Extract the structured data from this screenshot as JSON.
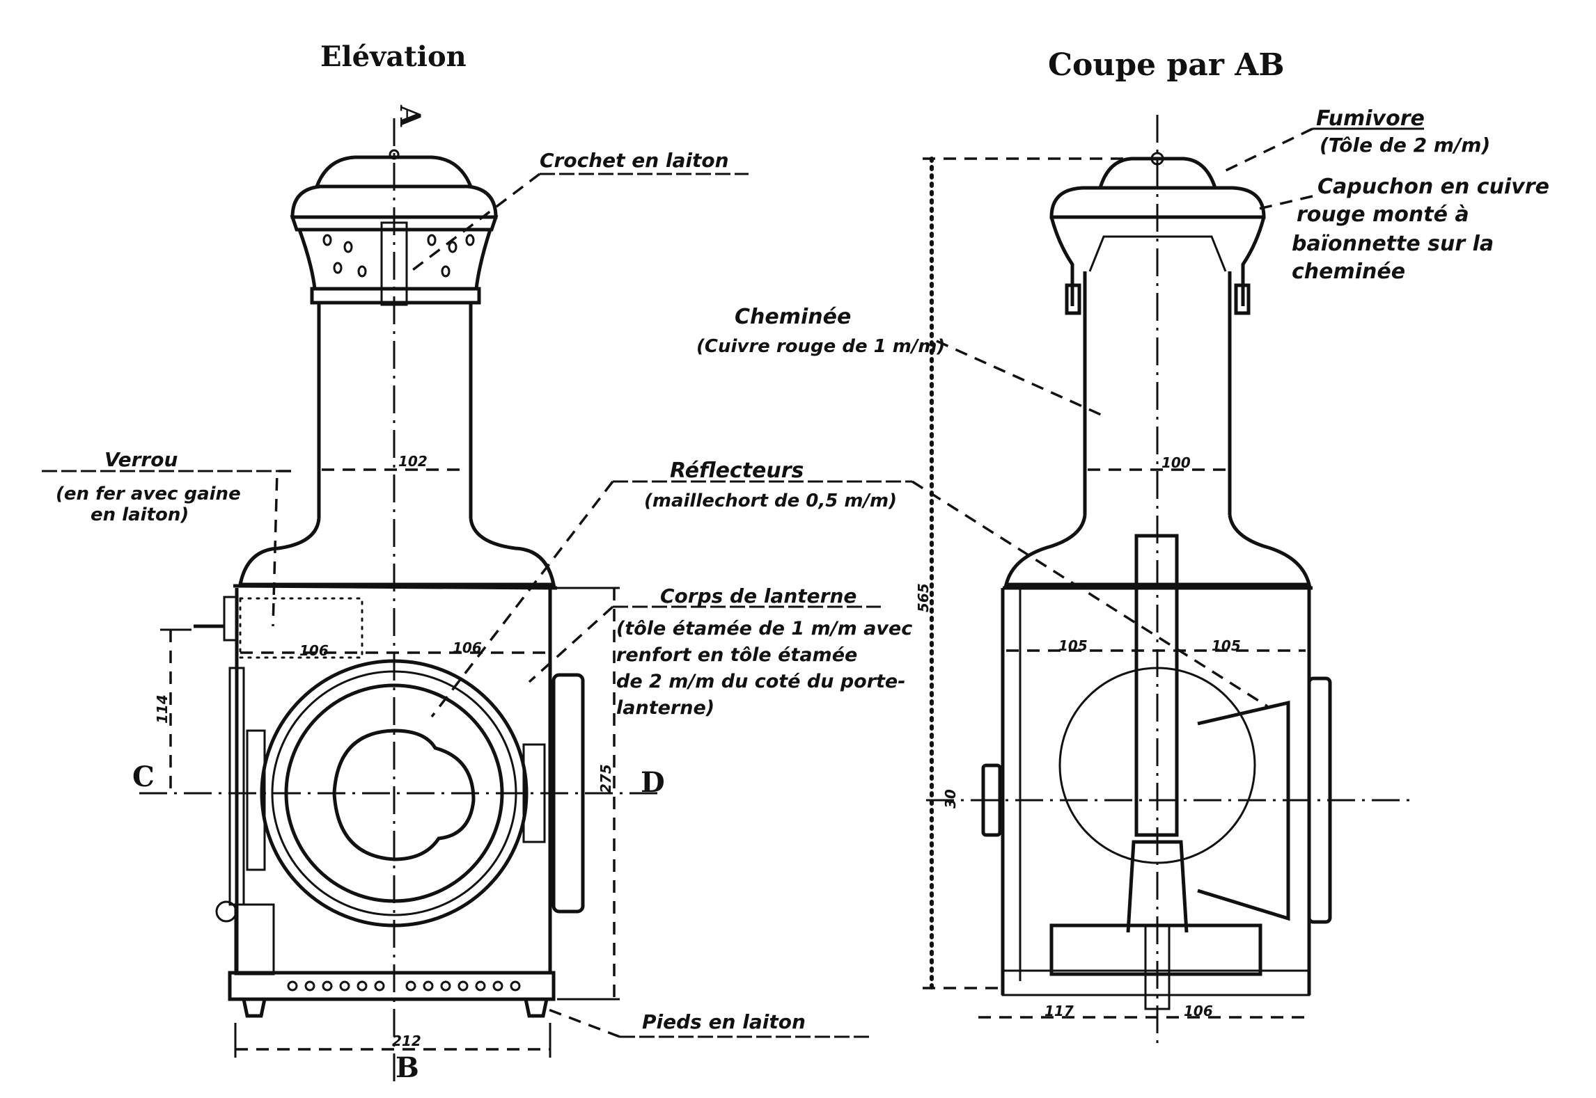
{
  "titles": {
    "elevation": "Elévation",
    "section": "Coupe par AB"
  },
  "section_marks": {
    "a": "A",
    "b": "B",
    "c": "C",
    "d": "D"
  },
  "labels": {
    "crochet": "Crochet en laiton",
    "fumivore_title": "Fumivore",
    "fumivore_detail": "(Tôle de 2 m/m)",
    "capuchon_1": "Capuchon en cuivre",
    "capuchon_2": "rouge monté à",
    "capuchon_3": "baïonnette sur la",
    "capuchon_4": "cheminée",
    "cheminee_title": "Cheminée",
    "cheminee_detail": "(Cuivre rouge de 1 m/m)",
    "verrou_title": "Verrou",
    "verrou_detail_1": "(en fer avec gaine",
    "verrou_detail_2": "en laiton)",
    "reflecteurs_title": "Réflecteurs",
    "reflecteurs_detail": "(maillechort de 0,5 m/m)",
    "corps_title": "Corps de lanterne",
    "corps_1": "(tôle étamée de 1 m/m avec",
    "corps_2": "renfort en tôle étamée",
    "corps_3": "de 2 m/m du coté du porte-",
    "corps_4": "lanterne)",
    "pieds": "Pieds en laiton"
  },
  "dimensions": {
    "elevation_chimney_width": "102",
    "elevation_left_half": "106",
    "elevation_right_half": "106",
    "elevation_height_114": "114",
    "elevation_body_height": "275",
    "elevation_base_width": "212",
    "section_chimney_width": "100",
    "section_left_half": "105",
    "section_right_half": "105",
    "section_total_height": "565",
    "section_offset": "30",
    "section_base_left": "117",
    "section_base_right": "106"
  }
}
